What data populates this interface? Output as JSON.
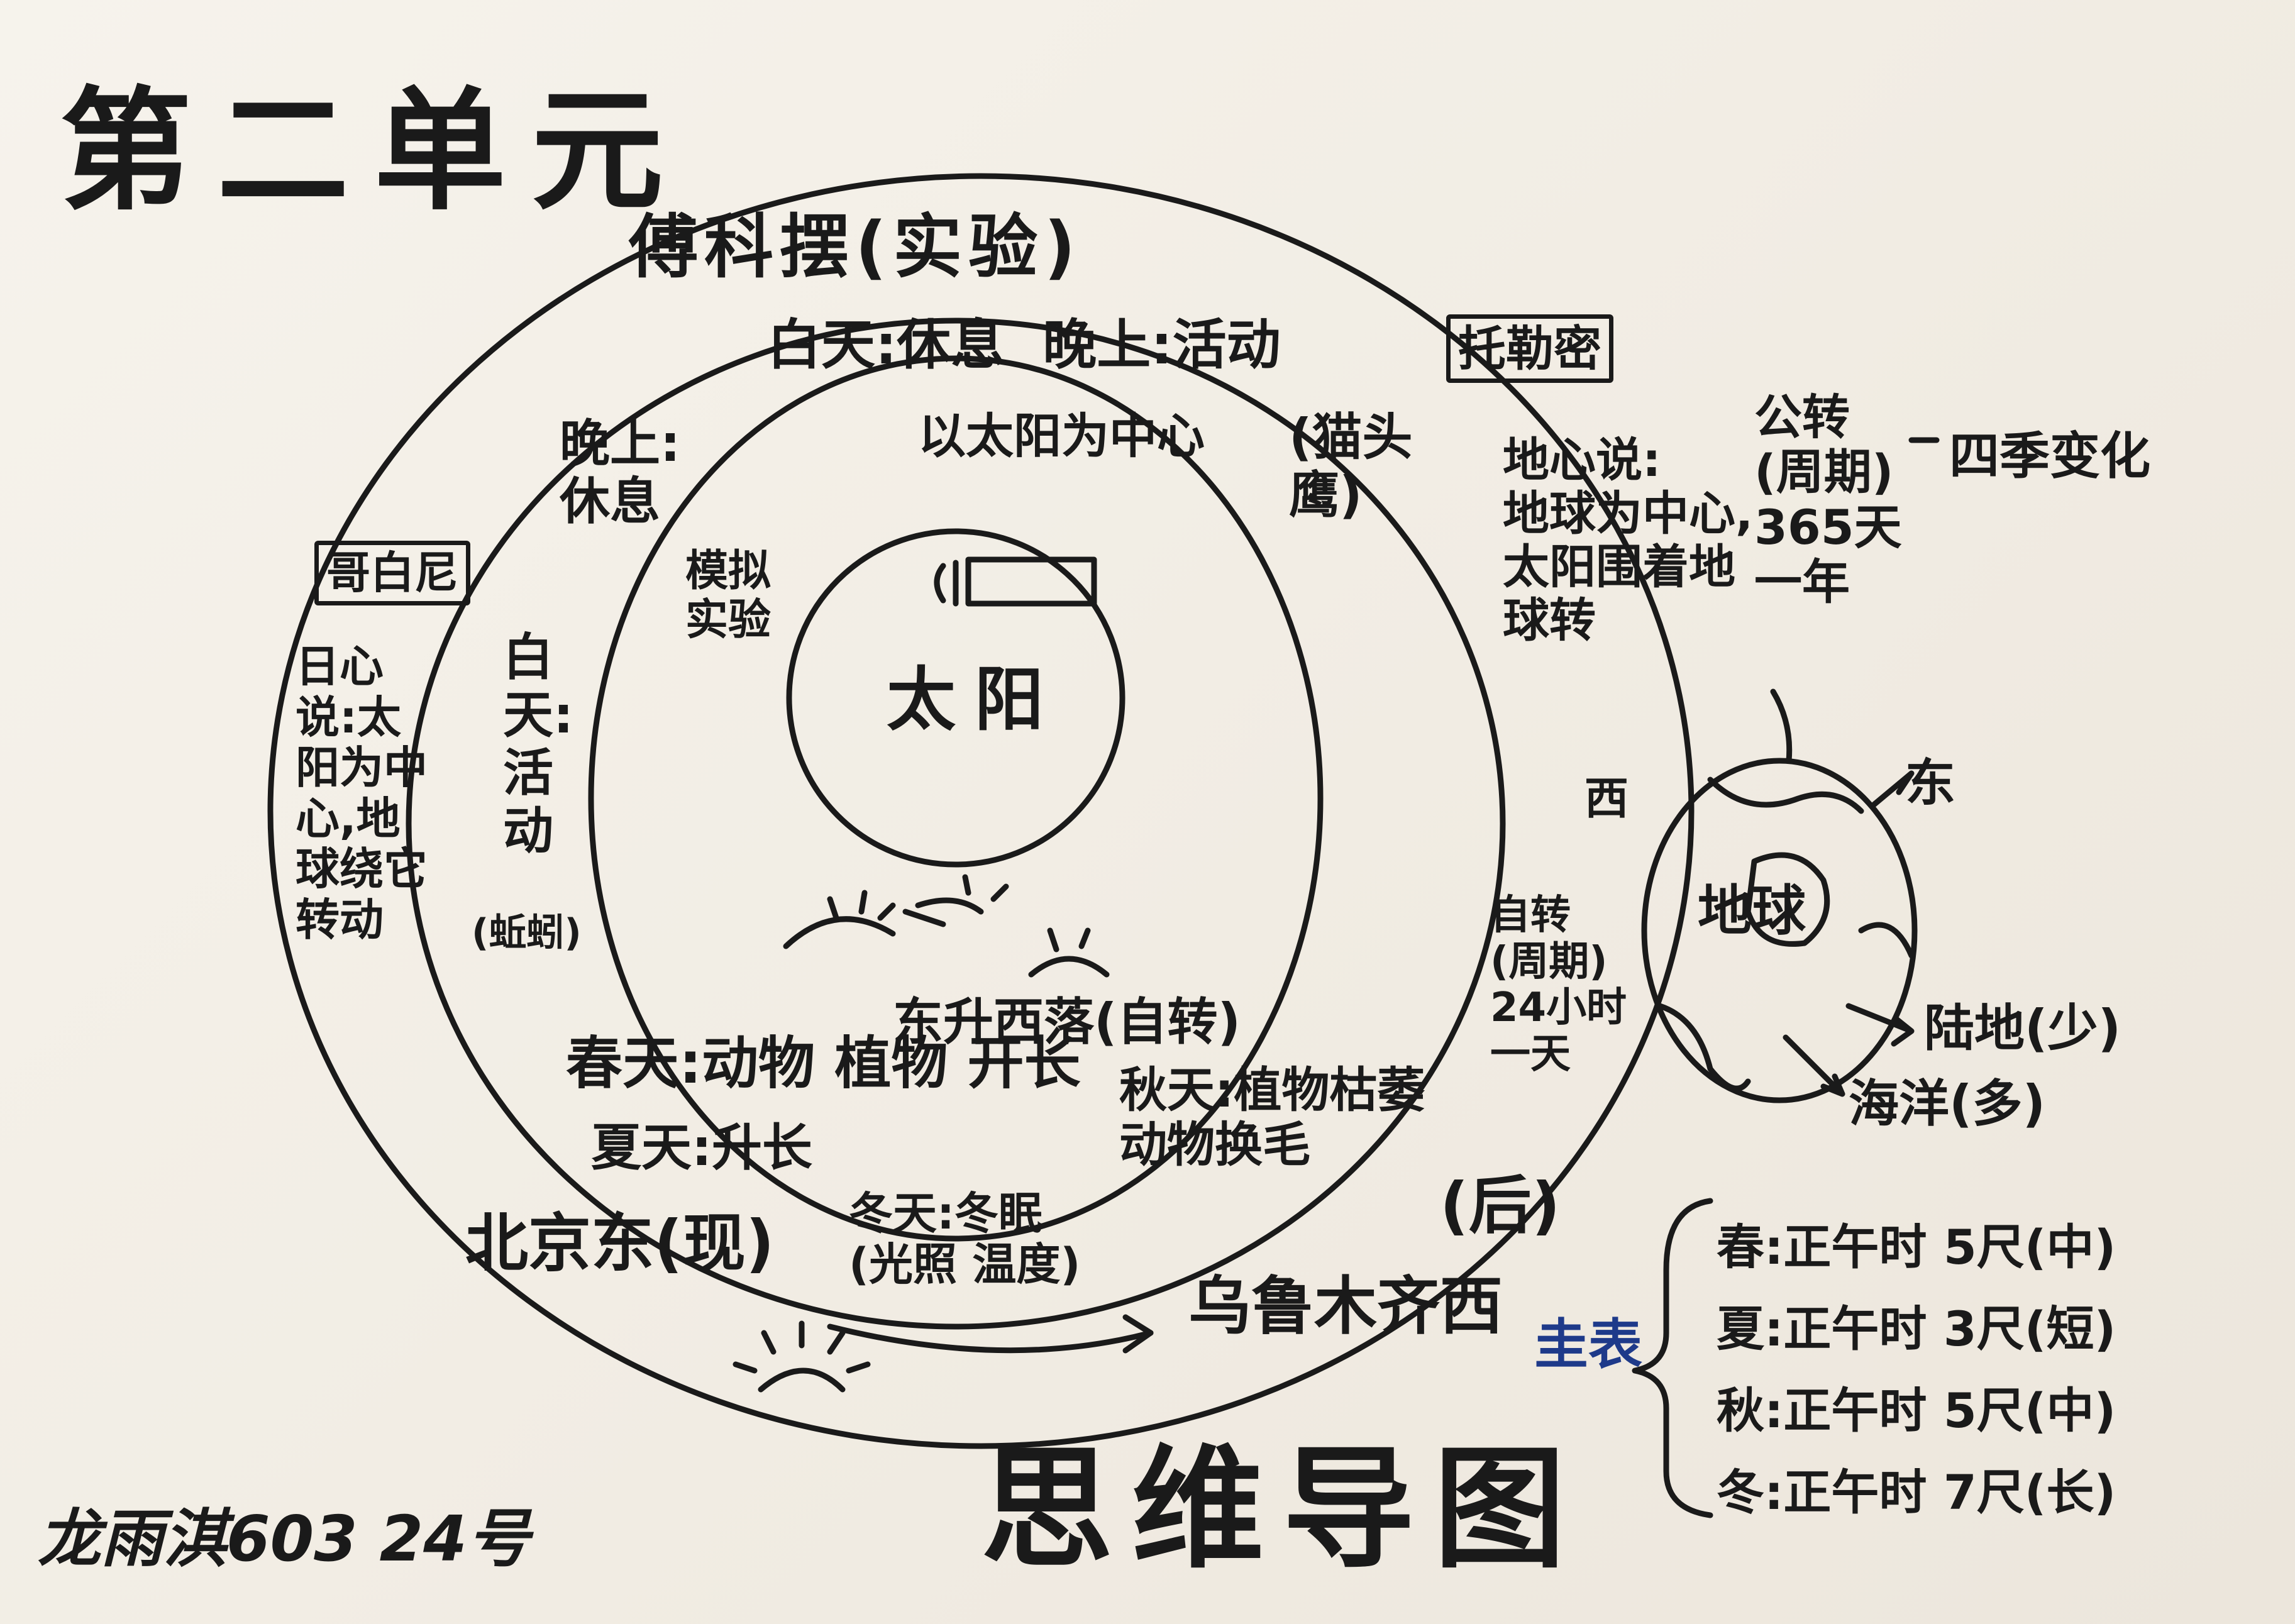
{
  "title": "第二单元",
  "subtitle": "思维导图",
  "signature": "龙雨淇603 24号",
  "outer_ring": {
    "top_label": "傅科摆(实验)",
    "left_box": "哥白尼",
    "left_text": "日心\n说:太\n阳为中\n心,地\n球绕它\n转动",
    "bottom_left": "北京东(现)",
    "bottom_right": "乌鲁木齐西",
    "bottom_right_note": "(后)"
  },
  "middle_ring": {
    "top_text": "白天:休息  晚上:活动",
    "top_right_note": "(猫头\n鹰)",
    "left_vertical": "晚上:\n休息",
    "left_text": "白\n天:\n活\n动",
    "left_note": "(蚯蚓)",
    "spring": "春天:动物 植物 开长",
    "summer": "夏天:升长",
    "autumn": "秋天:植物枯萎\n动物换毛",
    "winter": "冬天:冬眠\n(光照 温度)"
  },
  "inner_ring": {
    "top_text": "以太阳为中心",
    "side_text": "模拟\n实验",
    "sunrise_caption": "东升西落(自转)"
  },
  "sun": {
    "label": "太阳"
  },
  "right_section": {
    "box": "托勒密",
    "geocentric": "地心说:\n地球为中心,\n太阳围着地\n球转",
    "revolution": "公转\n(周期)\n365天\n一年",
    "seasons": "四季变化"
  },
  "earth": {
    "label": "地球",
    "west": "西",
    "east": "东",
    "rotation": "自转\n(周期)\n24小时\n一天",
    "land": "陆地(少)",
    "ocean": "海洋(多)"
  },
  "gnomon": {
    "label": "圭表",
    "items": [
      "春:正午时 5尺(中)",
      "夏:正午时 3尺(短)",
      "秋:正午时 5尺(中)",
      "冬:正午时 7尺(长)"
    ]
  }
}
